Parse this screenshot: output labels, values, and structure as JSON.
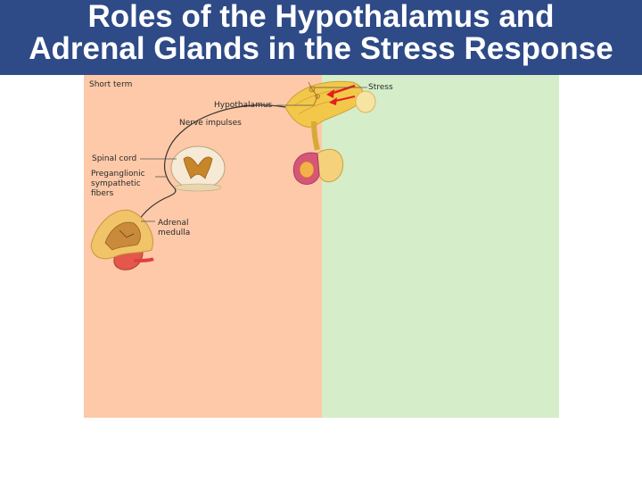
{
  "title": {
    "line1": "Roles of the Hypothalamus and",
    "line2": "Adrenal Glands in the Stress Response"
  },
  "diagram": {
    "panel_heading": "Short term",
    "labels": {
      "stress": "Stress",
      "hypothalamus": "Hypothalamus",
      "nerve_impulses": "Nerve impulses",
      "spinal_cord": "Spinal cord",
      "preganglionic_line1": "Preganglionic",
      "preganglionic_line2": "sympathetic",
      "preganglionic_line3": "fibers",
      "adrenal_line1": "Adrenal",
      "adrenal_line2": "medulla"
    }
  },
  "colors": {
    "title_bar": "#2e4a87",
    "left_panel": "#fdc9a8",
    "right_panel": "#d5edc9"
  }
}
